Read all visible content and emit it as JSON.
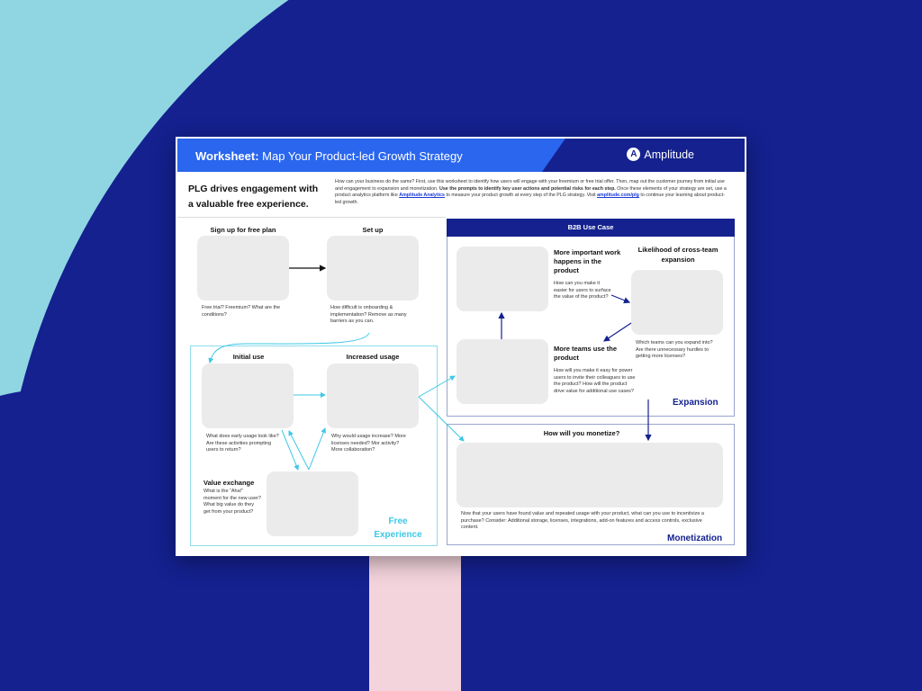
{
  "header": {
    "title_bold": "Worksheet:",
    "title_rest": " Map Your Product-led Growth Strategy",
    "logo_mark": "A",
    "logo_text": "Amplitude"
  },
  "tagline": {
    "line1": "PLG drives engagement with",
    "line2": "a valuable free experience."
  },
  "intro": {
    "part1": "How can your business do the same? First, use this worksheet to identify how users will engage with your freemium or free trial offer. Then, map out the customer journey from initial use and engagement to expansion and monetization. ",
    "bold": "Use the prompts to identify key user actions and potential risks for each step.",
    "part2": " Once these elements of your strategy are set, use a product analytics platform like ",
    "link1": "Amplitude Analytics",
    "part3": " to measure your product growth at every step of the PLG strategy. Visit ",
    "link2": "amplitude.com/plg",
    "part4": " to continue your learning about product-led growth."
  },
  "free": {
    "signup": {
      "title": "Sign up for free plan",
      "prompt": "Free trial? Freemium? What are the conditions?"
    },
    "setup": {
      "title": "Set up",
      "prompt": "How difficult is onboarding & implementation? Remove as many barriers as you can."
    },
    "initial": {
      "title": "Initial use",
      "prompt": "What does early usage look like? Are these activities prompting users to return?"
    },
    "increased": {
      "title": "Increased usage",
      "prompt": "Why would usage increase? More licenses needed? Mor activity? More collaboration?"
    },
    "value": {
      "title": "Value exchange",
      "prompt": "What is the “Aha!” moment for the new user? What big value do they get from your product?"
    },
    "section_label_1": "Free",
    "section_label_2": "Experience"
  },
  "b2b": {
    "header": "B2B Use Case",
    "important": {
      "title": "More important work happens in the product",
      "prompt": "How can you make it easier for users to surface the value of the product?"
    },
    "likelihood": {
      "title": "Likelihood of cross-team expansion",
      "prompt": "Which teams can you expand into? Are there unnecessary hurdles to getting more licenses?"
    },
    "teams": {
      "title": "More teams use the product",
      "prompt": "How will you make it easy for power users to invite their colleagues to use the product? How will the product drive value for additional use cases?"
    },
    "section_label": "Expansion"
  },
  "monetize": {
    "title": "How will you monetize?",
    "prompt": "Now that your users have found value and repeated usage with your product, what can you use to incentivize a purchase? Consider: Additional storage, licenses, integrations, add-on features and access controls, exclusive content.",
    "section_label": "Monetization"
  },
  "colors": {
    "navy": "#14218f",
    "blue": "#2a66ee",
    "cyan": "#3cc8e6",
    "pink": "#f3d3dc"
  }
}
